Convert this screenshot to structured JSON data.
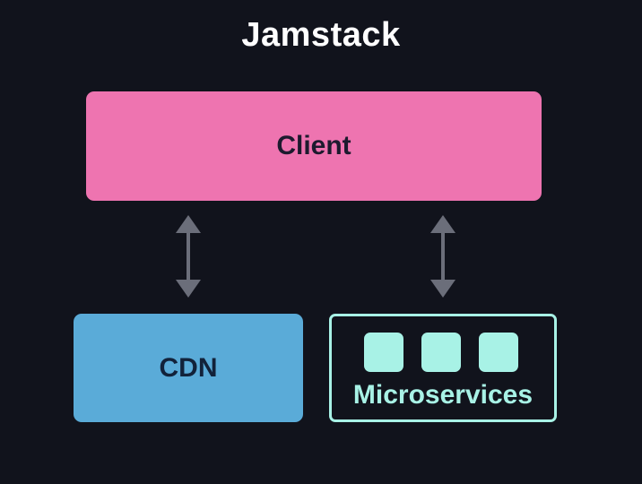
{
  "title": "Jamstack",
  "nodes": {
    "client": {
      "label": "Client"
    },
    "cdn": {
      "label": "CDN"
    },
    "microservices": {
      "label": "Microservices",
      "service_count": 3
    }
  },
  "edges": [
    {
      "from": "client",
      "to": "cdn",
      "direction": "bidirectional"
    },
    {
      "from": "client",
      "to": "microservices",
      "direction": "bidirectional"
    }
  ],
  "colors": {
    "background": "#11131c",
    "client": "#ee74b0",
    "cdn": "#5aabd8",
    "microservices": "#a8f2e6",
    "arrow": "#6b6e7a",
    "title": "#ffffff"
  }
}
